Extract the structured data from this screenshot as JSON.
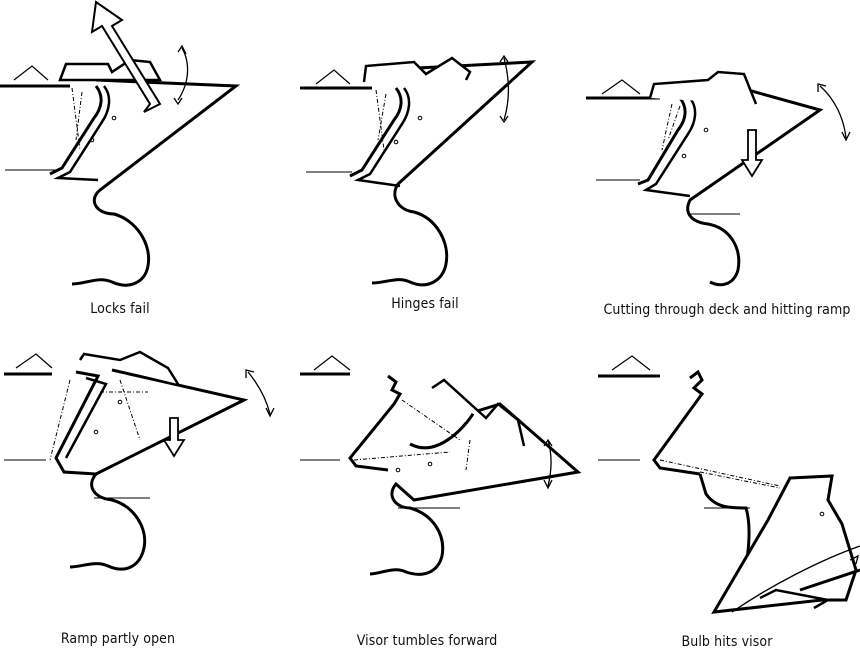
{
  "panels": [
    {
      "caption": "Locks fail"
    },
    {
      "caption": "Hinges fail"
    },
    {
      "caption": "Cutting through deck and hitting ramp"
    },
    {
      "caption": "Ramp partly open"
    },
    {
      "caption": "Visor tumbles forward"
    },
    {
      "caption": "Bulb hits visor"
    }
  ]
}
